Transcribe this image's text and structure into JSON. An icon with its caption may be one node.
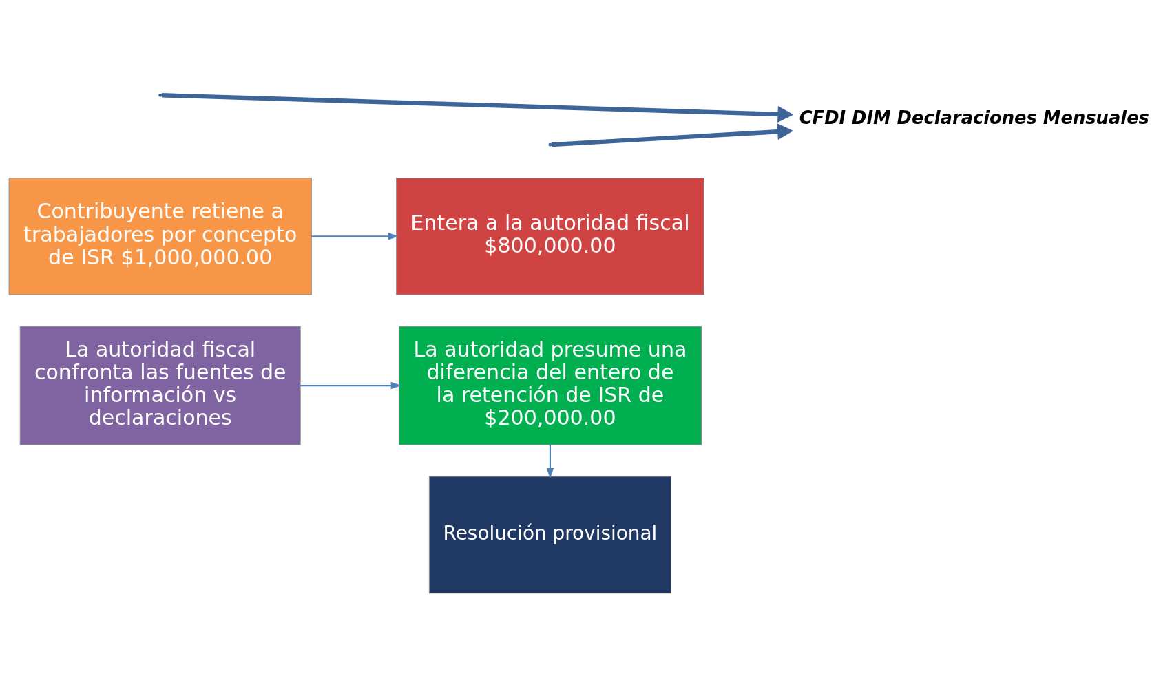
{
  "diagram": {
    "nodes": [
      {
        "text": [
          "Contribuyente retiene a trabajadores por concepto de ISR $1,000,000.00"
        ]
      },
      {
        "text": [
          "Entera a la autoridad fiscal $800,000.00"
        ]
      },
      {
        "text": [
          "La autoridad fiscal confronta las fuentes de información vs declaraciones"
        ]
      },
      {
        "text": [
          "La autoridad presume una diferencia del entero de la retención de ISR de $200,000.00"
        ]
      },
      {
        "text": [
          "Resolución provisional"
        ]
      },
      {
        "text": [
          "CFDI DIM Declaraciones Mensuales"
        ]
      }
    ],
    "edges": [
      {
        "from": 0,
        "to": 1,
        "arrow": "to"
      },
      {
        "from": 2,
        "to": 3,
        "arrow": "to"
      },
      {
        "from": 3,
        "to": 4,
        "arrow": "to"
      },
      {
        "from": null,
        "to": 5,
        "arrow": "to",
        "style": "thick",
        "color": "#3d6597"
      },
      {
        "from": null,
        "to": 5,
        "arrow": "to",
        "style": "thick",
        "color": "#3d6597"
      }
    ]
  }
}
